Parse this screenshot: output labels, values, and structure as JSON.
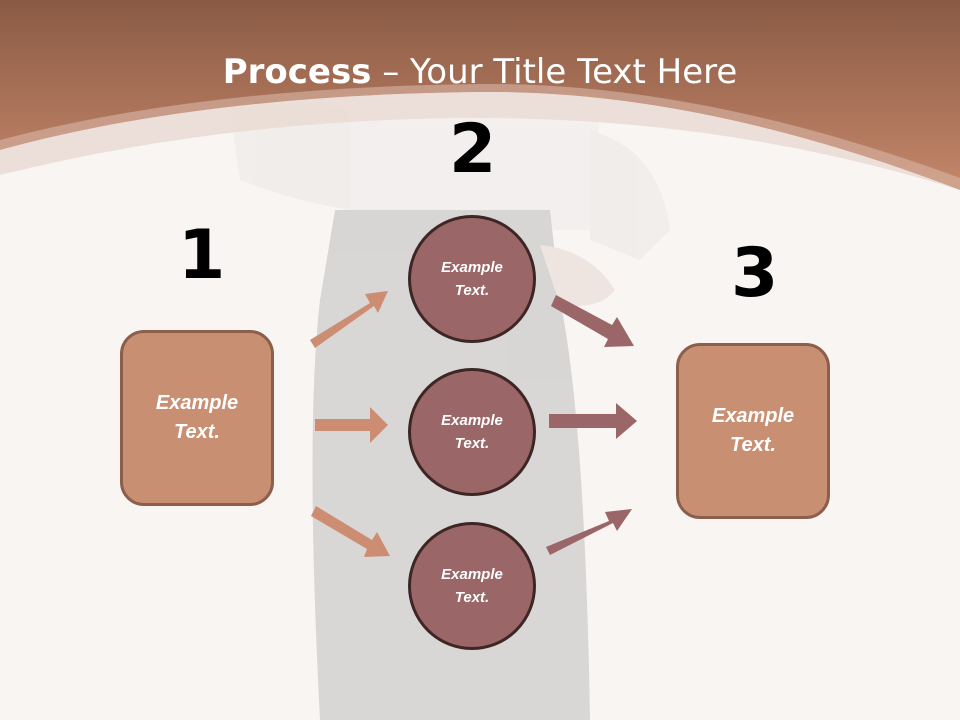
{
  "title": {
    "bold": "Process",
    "rest": " – Your Title Text Here"
  },
  "steps": {
    "one": "1",
    "two": "2",
    "three": "3"
  },
  "left_box": {
    "label": "Example\nText."
  },
  "circles": [
    {
      "label": "Example\nText."
    },
    {
      "label": "Example\nText."
    },
    {
      "label": "Example\nText."
    }
  ],
  "right_box": {
    "label": "Example\nText."
  },
  "colors": {
    "header": "#b8785a",
    "box": "#c98f73",
    "circle": "#9b6668",
    "arrow_left": "#cd8d72",
    "arrow_right": "#9b6668"
  }
}
